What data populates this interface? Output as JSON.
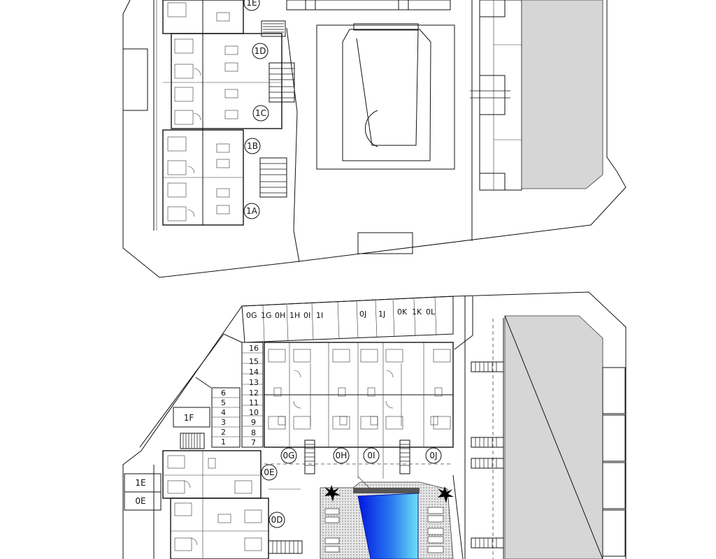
{
  "upper_plan": {
    "unit_labels": [
      "1E",
      "1D",
      "1C",
      "1B",
      "1A"
    ]
  },
  "lower_plan": {
    "parking_labels": [
      "0G",
      "1G",
      "0H",
      "1H",
      "0I",
      "1I",
      "0J",
      "1J",
      "0K",
      "1K",
      "0L"
    ],
    "storage_numbers_right": [
      "16",
      "15",
      "14",
      "13",
      "12",
      "11",
      "10",
      "9",
      "8",
      "7"
    ],
    "storage_numbers_left": [
      "6",
      "5",
      "4",
      "3",
      "2",
      "1"
    ],
    "box_labels": [
      "1F",
      "1E",
      "0E"
    ],
    "unit_circle_labels": [
      "0G",
      "0H",
      "0I",
      "0J",
      "0E",
      "0D"
    ]
  },
  "colors": {
    "pool_deep": "#0018e0",
    "pool_shallow": "#5fd8f2",
    "parking_grey": "#d6d6d6",
    "lines": "#111111"
  },
  "icons": [
    "tree-star-icon",
    "tree-star-icon"
  ]
}
